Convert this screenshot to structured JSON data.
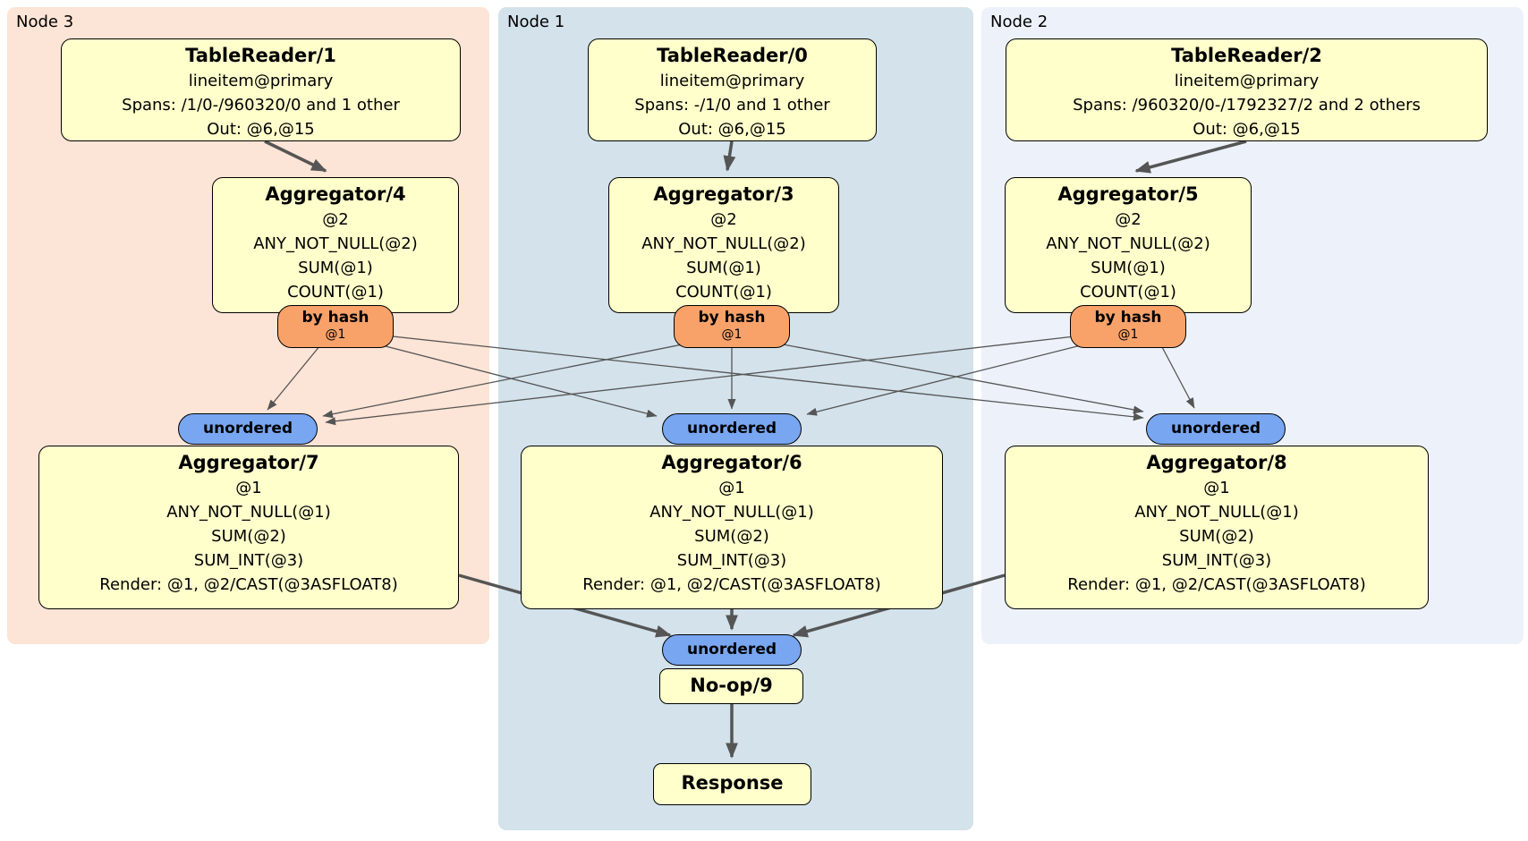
{
  "regions": {
    "node3": {
      "label": "Node 3"
    },
    "node1": {
      "label": "Node 1"
    },
    "node2": {
      "label": "Node 2"
    }
  },
  "boxes": {
    "tr1": {
      "title": "TableReader/1",
      "lines": [
        "lineitem@primary",
        "Spans: /1/0-/960320/0 and 1 other",
        "Out: @6,@15"
      ]
    },
    "tr0": {
      "title": "TableReader/0",
      "lines": [
        "lineitem@primary",
        "Spans: -/1/0 and 1 other",
        "Out: @6,@15"
      ]
    },
    "tr2": {
      "title": "TableReader/2",
      "lines": [
        "lineitem@primary",
        "Spans: /960320/0-/1792327/2 and 2 others",
        "Out: @6,@15"
      ]
    },
    "agg4": {
      "title": "Aggregator/4",
      "lines": [
        "@2",
        "ANY_NOT_NULL(@2)",
        "SUM(@1)",
        "COUNT(@1)"
      ]
    },
    "agg3": {
      "title": "Aggregator/3",
      "lines": [
        "@2",
        "ANY_NOT_NULL(@2)",
        "SUM(@1)",
        "COUNT(@1)"
      ]
    },
    "agg5": {
      "title": "Aggregator/5",
      "lines": [
        "@2",
        "ANY_NOT_NULL(@2)",
        "SUM(@1)",
        "COUNT(@1)"
      ]
    },
    "agg7": {
      "title": "Aggregator/7",
      "lines": [
        "@1",
        "ANY_NOT_NULL(@1)",
        "SUM(@2)",
        "SUM_INT(@3)",
        "Render: @1, @2/CAST(@3ASFLOAT8)"
      ]
    },
    "agg6": {
      "title": "Aggregator/6",
      "lines": [
        "@1",
        "ANY_NOT_NULL(@1)",
        "SUM(@2)",
        "SUM_INT(@3)",
        "Render: @1, @2/CAST(@3ASFLOAT8)"
      ]
    },
    "agg8": {
      "title": "Aggregator/8",
      "lines": [
        "@1",
        "ANY_NOT_NULL(@1)",
        "SUM(@2)",
        "SUM_INT(@3)",
        "Render: @1, @2/CAST(@3ASFLOAT8)"
      ]
    },
    "noop": {
      "title": "No-op/9"
    },
    "response": {
      "title": "Response"
    }
  },
  "router": {
    "label": "by hash",
    "detail": "@1"
  },
  "sync": {
    "label": "unordered"
  },
  "colors": {
    "node3-bg": "#fce4d6",
    "node1-bg": "#d3e2eb",
    "node2-bg": "#edf2fa",
    "box-bg": "#ffffcc",
    "router-bg": "#f8a26a",
    "sync-bg": "#78a6f0",
    "edge": "#555555",
    "border": "#000000"
  }
}
